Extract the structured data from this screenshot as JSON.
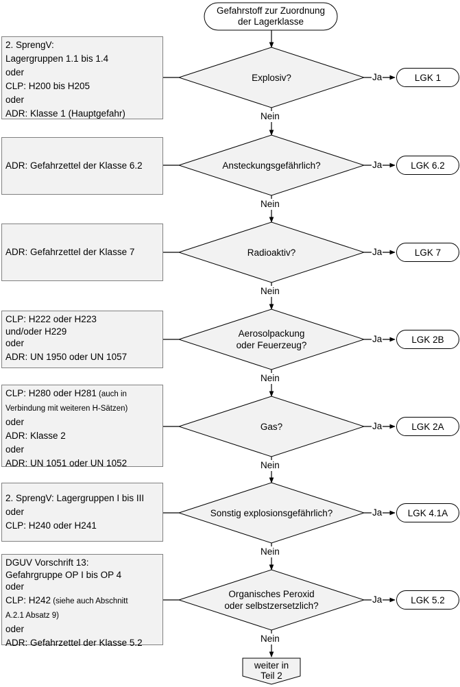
{
  "start": {
    "line1": "Gefahrstoff zur Zuordnung",
    "line2": "der Lagerklasse"
  },
  "steps": [
    {
      "question": [
        "Explosiv?"
      ],
      "result": "LGK 1",
      "criteria": [
        {
          "t": "2. SprengV:"
        },
        {
          "t": "Lagergruppen 1.1 bis 1.4"
        },
        {
          "t": "oder"
        },
        {
          "t": "CLP: H200 bis H205"
        },
        {
          "t": "oder"
        },
        {
          "t": "ADR: Klasse 1 (Hauptgefahr)"
        }
      ]
    },
    {
      "question": [
        "Ansteckungsgefährlich?"
      ],
      "result": "LGK 6.2",
      "criteria": [
        {
          "t": "ADR: Gefahrzettel der Klasse 6.2"
        }
      ]
    },
    {
      "question": [
        "Radioaktiv?"
      ],
      "result": "LGK 7",
      "criteria": [
        {
          "t": "ADR: Gefahrzettel der Klasse 7"
        }
      ]
    },
    {
      "question": [
        "Aerosolpackung",
        "oder Feuerzeug?"
      ],
      "result": "LGK 2B",
      "criteria": [
        {
          "t": "CLP: H222 oder H223"
        },
        {
          "t": "und/oder H229",
          "tight": true
        },
        {
          "t": "oder"
        },
        {
          "t": "ADR: UN 1950 oder UN 1057"
        }
      ]
    },
    {
      "question": [
        "Gas?"
      ],
      "result": "LGK 2A",
      "criteria": [
        {
          "t": "CLP: H280 oder H281",
          "s": "(auch in"
        },
        {
          "s": "Verbindung mit weiteren H-Sätzen)"
        },
        {
          "t": "oder"
        },
        {
          "t": "ADR: Klasse 2"
        },
        {
          "t": "oder"
        },
        {
          "t": "ADR: UN 1051 oder UN 1052"
        }
      ]
    },
    {
      "question": [
        "Sonstig explosionsgefährlich?"
      ],
      "result": "LGK 4.1A",
      "criteria": [
        {
          "t": "2. SprengV: Lagergruppen I bis III"
        },
        {
          "t": "oder"
        },
        {
          "t": "CLP: H240 oder H241"
        }
      ]
    },
    {
      "question": [
        "Organisches Peroxid",
        "oder selbstzersetzlich?"
      ],
      "result": "LGK 5.2",
      "criteria": [
        {
          "t": "DGUV Vorschrift 13:"
        },
        {
          "t": "Gefahrgruppe OP I bis OP 4",
          "tight": true
        },
        {
          "t": "oder"
        },
        {
          "t": "CLP: H242",
          "s": " (siehe auch Abschnitt"
        },
        {
          "s": "A.2.1 Absatz 9)"
        },
        {
          "t": "oder"
        },
        {
          "t": "ADR: Gefahrzettel der Klasse 5.2"
        }
      ]
    }
  ],
  "labels": {
    "yes": "Ja",
    "no": "Nein"
  },
  "end": {
    "line1": "weiter in",
    "line2": "Teil 2"
  }
}
